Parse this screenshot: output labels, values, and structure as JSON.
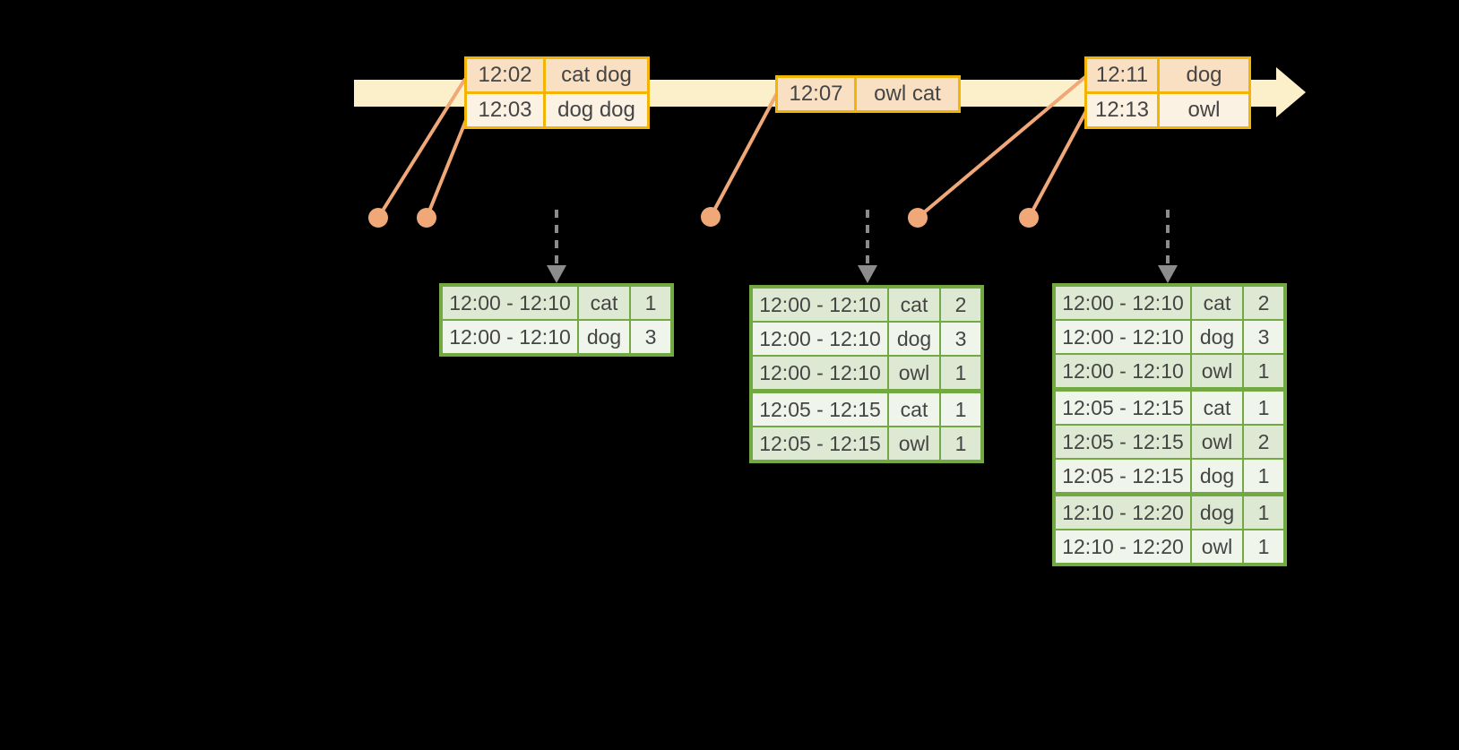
{
  "palette": {
    "background": "#000000",
    "timeline_fill": "#FCF0CA",
    "event_border": "#F3B505",
    "event_row_dark": "#FAE0C3",
    "event_row_light": "#FCF2E3",
    "result_border": "#73A942",
    "result_row_dark": "#DEE9D3",
    "result_row_light": "#F0F5EB",
    "connector": "#F0A878",
    "trigger_arrow": "#8C8C8C",
    "text": "#454545"
  },
  "event_tables": [
    {
      "rows": [
        {
          "time": "12:02",
          "words": "cat dog"
        },
        {
          "time": "12:03",
          "words": "dog dog"
        }
      ]
    },
    {
      "rows": [
        {
          "time": "12:07",
          "words": "owl cat"
        }
      ]
    },
    {
      "rows": [
        {
          "time": "12:11",
          "words": "dog"
        },
        {
          "time": "12:13",
          "words": "owl"
        }
      ]
    }
  ],
  "result_tables": [
    {
      "rows": [
        {
          "window": "12:00 - 12:10",
          "word": "cat",
          "count": "1"
        },
        {
          "window": "12:00 - 12:10",
          "word": "dog",
          "count": "3"
        }
      ]
    },
    {
      "rows": [
        {
          "window": "12:00 - 12:10",
          "word": "cat",
          "count": "2"
        },
        {
          "window": "12:00 - 12:10",
          "word": "dog",
          "count": "3"
        },
        {
          "window": "12:00 - 12:10",
          "word": "owl",
          "count": "1"
        },
        {
          "window": "12:05 - 12:15",
          "word": "cat",
          "count": "1",
          "group_start": true
        },
        {
          "window": "12:05 - 12:15",
          "word": "owl",
          "count": "1"
        }
      ]
    },
    {
      "rows": [
        {
          "window": "12:00 - 12:10",
          "word": "cat",
          "count": "2"
        },
        {
          "window": "12:00 - 12:10",
          "word": "dog",
          "count": "3"
        },
        {
          "window": "12:00 - 12:10",
          "word": "owl",
          "count": "1"
        },
        {
          "window": "12:05 - 12:15",
          "word": "cat",
          "count": "1",
          "group_start": true
        },
        {
          "window": "12:05 - 12:15",
          "word": "owl",
          "count": "2"
        },
        {
          "window": "12:05 - 12:15",
          "word": "dog",
          "count": "1"
        },
        {
          "window": "12:10 - 12:20",
          "word": "dog",
          "count": "1",
          "group_start": true
        },
        {
          "window": "12:10 - 12:20",
          "word": "owl",
          "count": "1"
        }
      ]
    }
  ]
}
